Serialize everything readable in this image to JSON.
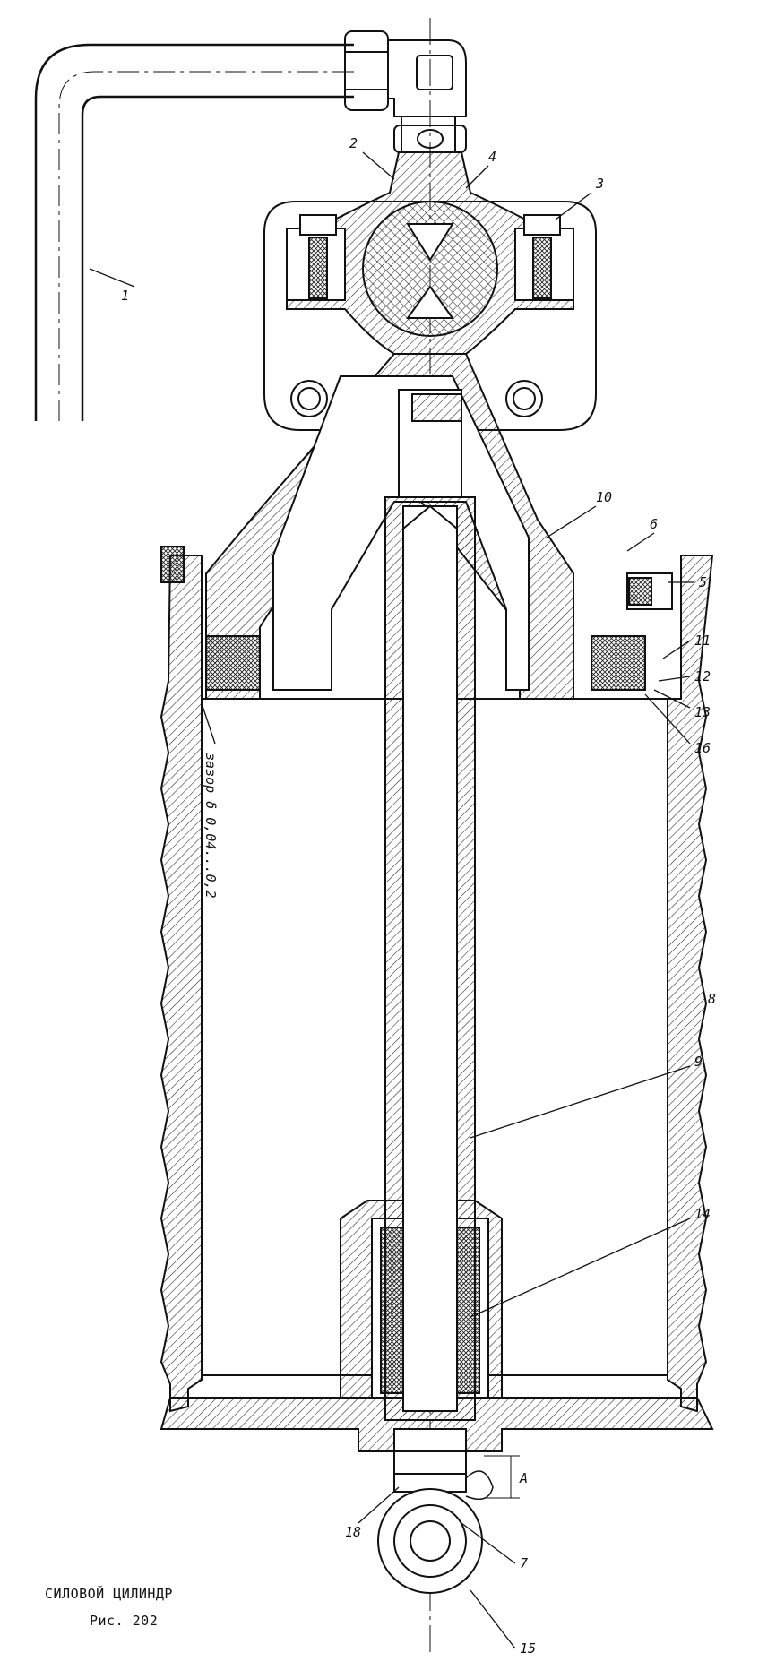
{
  "caption": {
    "title": "СИЛОВОЙ ЦИЛИНДР",
    "figure": "Рис. 202"
  },
  "note": {
    "gap": "зазор δ 0,04...0,2"
  },
  "dimension": {
    "a": "A"
  },
  "callouts": [
    "1",
    "2",
    "3",
    "4",
    "5",
    "6",
    "7",
    "8",
    "9",
    "10",
    "11",
    "12",
    "13",
    "14",
    "15",
    "16",
    "18"
  ]
}
